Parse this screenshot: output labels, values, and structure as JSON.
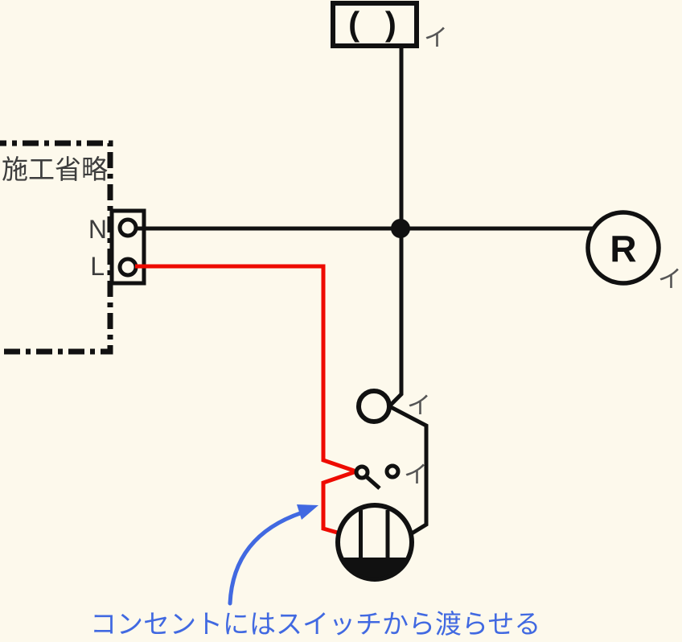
{
  "colors": {
    "background": "#fdf9ec",
    "line": "#111111",
    "wire-red": "#ee0b00",
    "blue": "#4169e1",
    "gray-label": "#555555",
    "dark-label": "#3d3d3d"
  },
  "power_source": {
    "label": "施工省略",
    "terminal_n": "N",
    "terminal_l": "L"
  },
  "devices": {
    "ceiling_light": {
      "symbol": "( )",
      "circuit_label": "イ"
    },
    "receptacle": {
      "symbol": "R",
      "circuit_label": "イ"
    },
    "fixture": {
      "circuit_label": "イ"
    },
    "switch": {
      "circuit_label": "イ"
    }
  },
  "annotation": {
    "text": "コンセントにはスイッチから渡らせる"
  }
}
